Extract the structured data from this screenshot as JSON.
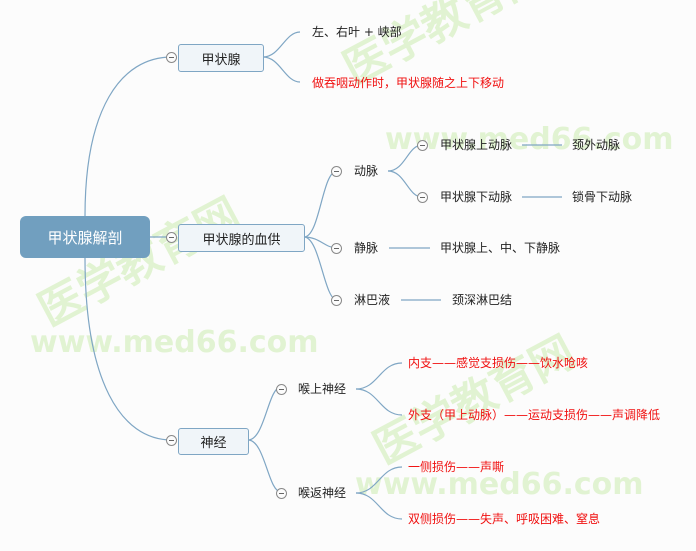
{
  "root": {
    "label": "甲状腺解剖"
  },
  "branches": {
    "thyroid": {
      "label": "甲状腺",
      "children": [
        "左、右叶 + 峡部",
        "做吞咽动作时，甲状腺随之上下移动"
      ]
    },
    "blood": {
      "label": "甲状腺的血供",
      "artery": {
        "label": "动脉",
        "superior": {
          "label": "甲状腺上动脉",
          "source": "颈外动脉"
        },
        "inferior": {
          "label": "甲状腺下动脉",
          "source": "锁骨下动脉"
        }
      },
      "vein": {
        "label": "静脉",
        "child": "甲状腺上、中、下静脉"
      },
      "lymph": {
        "label": "淋巴液",
        "child": "颈深淋巴结"
      }
    },
    "nerve": {
      "label": "神经",
      "superior_laryngeal": {
        "label": "喉上神经",
        "children": [
          "内支——感觉支损伤——饮水呛咳",
          "外支（甲上动脉）——运动支损伤——声调降低"
        ]
      },
      "recurrent_laryngeal": {
        "label": "喉返神经",
        "children": [
          "一侧损伤——声嘶",
          "双侧损伤——失声、呼吸困难、窒息"
        ]
      }
    }
  },
  "watermarks": {
    "cn": "医学教育网",
    "url": "www.med66.com"
  },
  "colors": {
    "line": "#7fa6c4",
    "root_fill": "#719fbf",
    "box_fill": "#f0f5f9",
    "highlight_text": "#f01010",
    "watermark": "#d9f0c4"
  }
}
